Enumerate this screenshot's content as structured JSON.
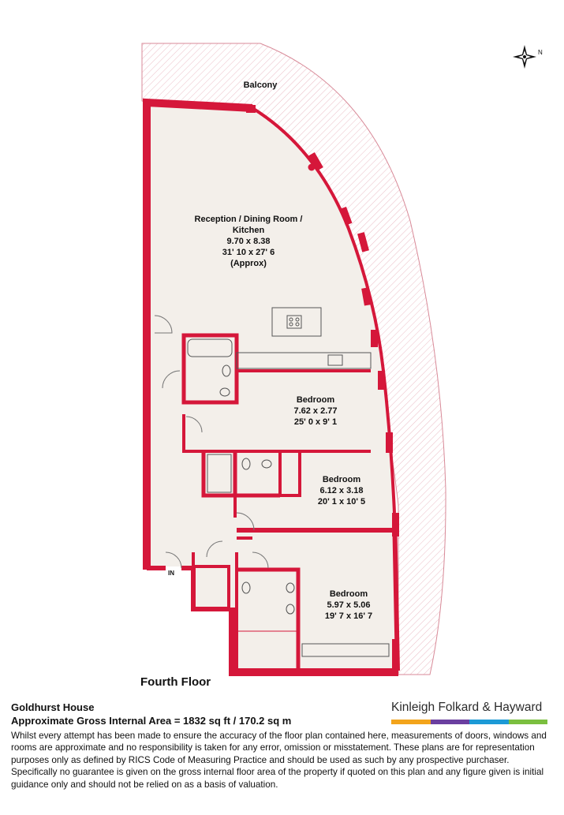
{
  "compass": {
    "north_label": "N",
    "icon": "compass-rose-icon"
  },
  "balcony": {
    "label": "Balcony"
  },
  "rooms": [
    {
      "id": "reception",
      "lines": [
        "Reception / Dining Room /",
        "Kitchen",
        "9.70 x 8.38",
        "31' 10 x 27' 6",
        "(Approx)"
      ]
    },
    {
      "id": "bedroom1",
      "lines": [
        "Bedroom",
        "7.62 x 2.77",
        "25' 0 x 9' 1"
      ]
    },
    {
      "id": "bedroom2",
      "lines": [
        "Bedroom",
        "6.12 x 3.18",
        "20' 1 x 10' 5"
      ]
    },
    {
      "id": "bedroom3",
      "lines": [
        "Bedroom",
        "5.97 x 5.06",
        "19' 7 x 16' 7"
      ]
    }
  ],
  "entrance": {
    "label": "IN"
  },
  "floor_title": "Fourth Floor",
  "footer": {
    "building": "Goldhurst House",
    "area": "Approximate Gross Internal Area = 1832 sq ft / 170.2 sq m",
    "disclaimer": "Whilst every attempt has been made to ensure the accuracy of the floor plan contained here, measurements of doors, windows and rooms are approximate and no responsibility is taken for any error, omission or misstatement. These plans are for representation purposes only as defined by RICS Code of Measuring Practice and should be used as such by any prospective purchaser. Specifically no guarantee is given on the gross internal floor area of the property if quoted on this plan and any figure given is initial guidance only and should not be relied on as a basis of valuation.",
    "brand": "Kinleigh Folkard & Hayward",
    "brand_colors": [
      "#f3a41b",
      "#6b3fa0",
      "#1c9ad6",
      "#7bbf3f"
    ]
  },
  "colors": {
    "wall": "#d5173a",
    "floor": "#f3efea",
    "balcony_hatch": "#e3a1ad",
    "text": "#111111"
  }
}
